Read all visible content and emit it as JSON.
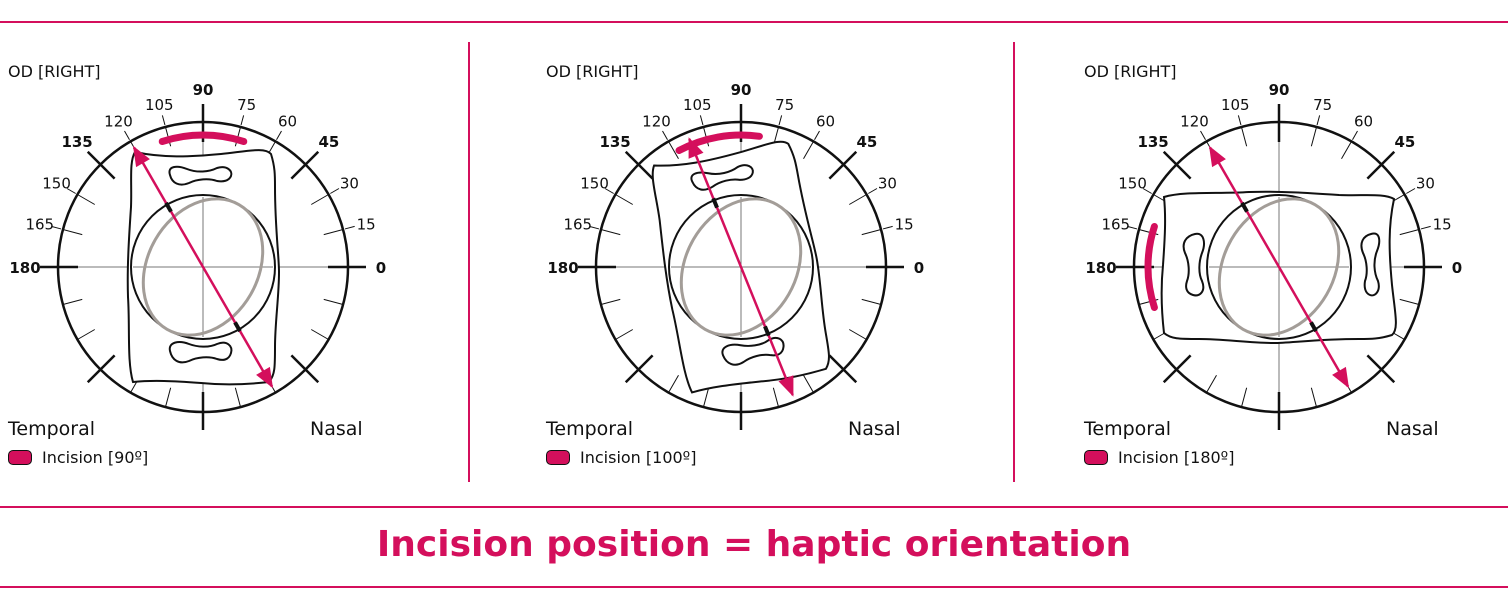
{
  "panels": [
    {
      "eye_label": "OD [RIGHT]",
      "temporal_label": "Temporal",
      "nasal_label": "Nasal",
      "legend_label": "Incision [90º]",
      "incision_deg": 90,
      "haptic_axis_deg": 120,
      "lens_rotation_deg": 0,
      "arrow_points_to_deg": 300,
      "arrowheads": "both"
    },
    {
      "eye_label": "OD [RIGHT]",
      "temporal_label": "Temporal",
      "nasal_label": "Nasal",
      "legend_label": "Incision [100º]",
      "incision_deg": 100,
      "haptic_axis_deg": 112,
      "lens_rotation_deg": -10,
      "arrow_points_to_deg": 300,
      "arrowheads": "both"
    },
    {
      "eye_label": "OD [RIGHT]",
      "temporal_label": "Temporal",
      "nasal_label": "Nasal",
      "legend_label": "Incision [180º]",
      "incision_deg": 180,
      "haptic_axis_deg": 120,
      "lens_rotation_deg": 90,
      "arrow_points_to_deg": 300,
      "arrowheads": "both"
    }
  ],
  "dial": {
    "major_labels": [
      "0",
      "45",
      "90",
      "135",
      "180"
    ],
    "minor_labels": [
      "15",
      "30",
      "60",
      "75",
      "105",
      "120",
      "150",
      "165"
    ]
  },
  "title": "Incision position = haptic orientation",
  "colors": {
    "accent": "#d40f5c",
    "ink": "#111111",
    "iris": "#a39d98"
  }
}
